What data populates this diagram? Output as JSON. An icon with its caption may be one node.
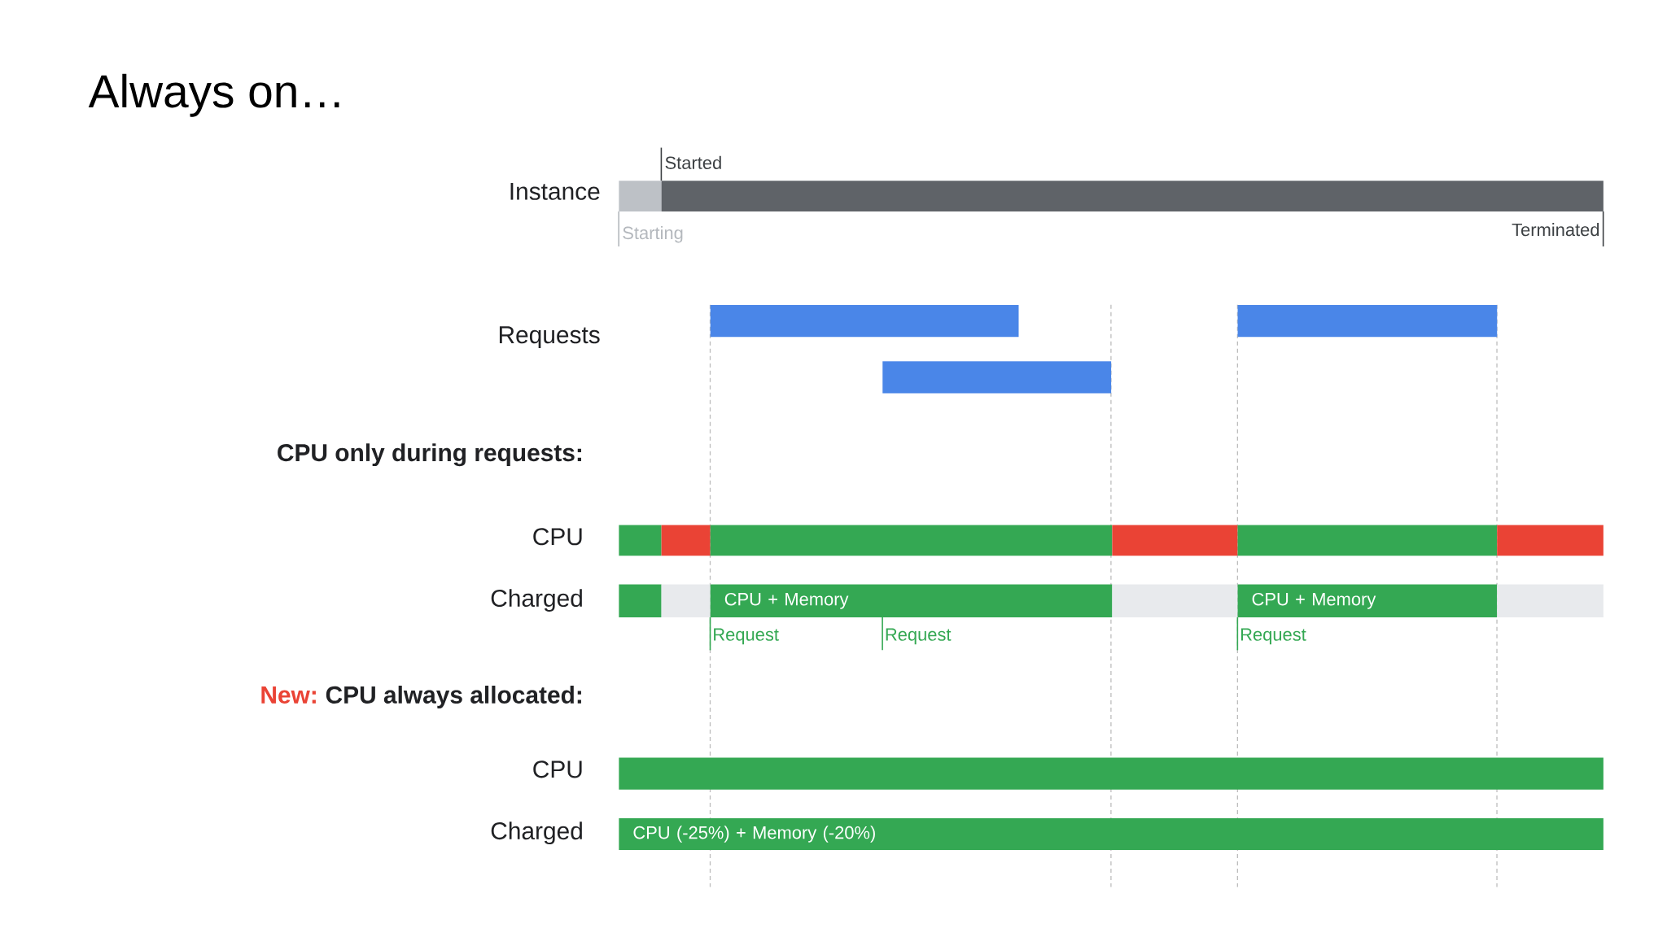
{
  "diagram": {
    "title": "Always on…",
    "nodes": [
      {
        "text": [],
        "shape": "bar",
        "beside": [
          "Starting"
        ]
      },
      {
        "text": [],
        "shape": "bar",
        "beside": [
          "Started",
          "Terminated"
        ]
      },
      {
        "text": [],
        "shape": "bar"
      },
      {
        "text": [],
        "shape": "bar"
      },
      {
        "text": [],
        "shape": "bar"
      },
      {
        "text": [],
        "shape": "bar"
      },
      {
        "text": [],
        "shape": "bar"
      },
      {
        "text": [],
        "shape": "bar"
      },
      {
        "text": [],
        "shape": "bar"
      },
      {
        "text": [],
        "shape": "bar"
      },
      {
        "text": [],
        "shape": "bar"
      },
      {
        "text": [],
        "shape": "bar"
      },
      {
        "text": [],
        "shape": "bar"
      },
      {
        "text": [
          "CPU + Memory"
        ],
        "beside": [
          "Request",
          "Request"
        ]
      },
      {
        "text": [],
        "shape": "bar"
      },
      {
        "text": [
          "CPU + Memory"
        ],
        "beside": [
          "Request"
        ]
      },
      {
        "text": [],
        "shape": "bar"
      },
      {
        "text": [],
        "shape": "bar"
      },
      {
        "text": [
          "CPU (-25%) + Memory (-20%)"
        ]
      }
    ],
    "labels": [
      "Instance",
      "Requests",
      "CPU only during requests:",
      "CPU",
      "Charged",
      "New:",
      "CPU always allocated:",
      "CPU",
      "Charged"
    ]
  }
}
